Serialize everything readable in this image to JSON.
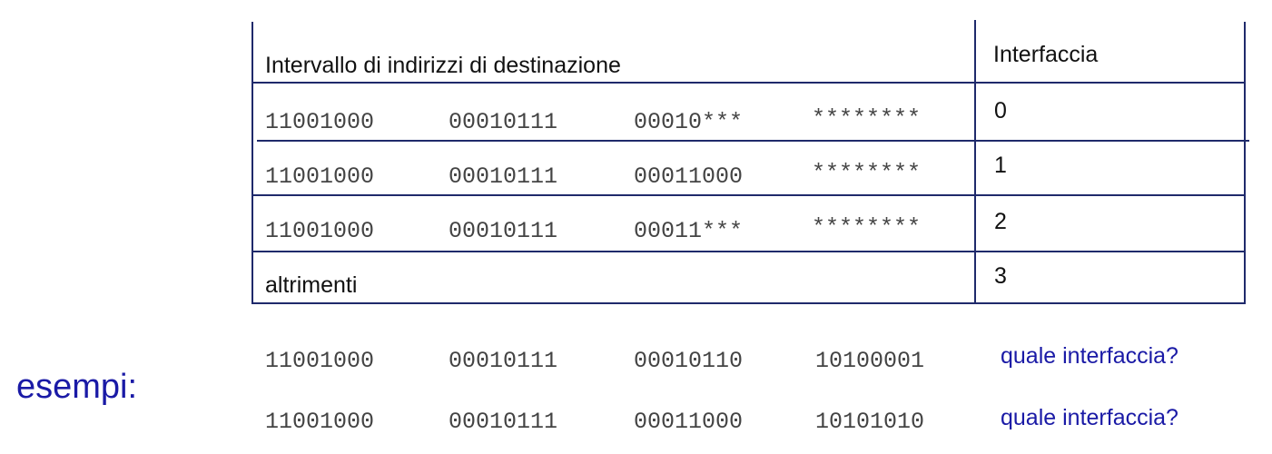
{
  "table": {
    "header_range": "Intervallo di indirizzi di destinazione",
    "header_interface": "Interfaccia",
    "rows": [
      {
        "b1": "11001000",
        "b2": "00010111",
        "b3": "00010***",
        "b4": "********",
        "interface": "0"
      },
      {
        "b1": "11001000",
        "b2": "00010111",
        "b3": "00011000",
        "b4": "********",
        "interface": "1"
      },
      {
        "b1": "11001000",
        "b2": "00010111",
        "b3": "00011***",
        "b4": "********",
        "interface": "2"
      }
    ],
    "otherwise_label": "altrimenti",
    "otherwise_interface": "3"
  },
  "examples": {
    "label": "esempi:",
    "items": [
      {
        "b1": "11001000",
        "b2": "00010111",
        "b3": "00010110",
        "b4": "10100001",
        "question": "quale interfaccia?"
      },
      {
        "b1": "11001000",
        "b2": "00010111",
        "b3": "00011000",
        "b4": "10101010",
        "question": "quale interfaccia?"
      }
    ]
  },
  "colors": {
    "border": "#1f2a6b",
    "accent_text": "#1a1aa6"
  }
}
